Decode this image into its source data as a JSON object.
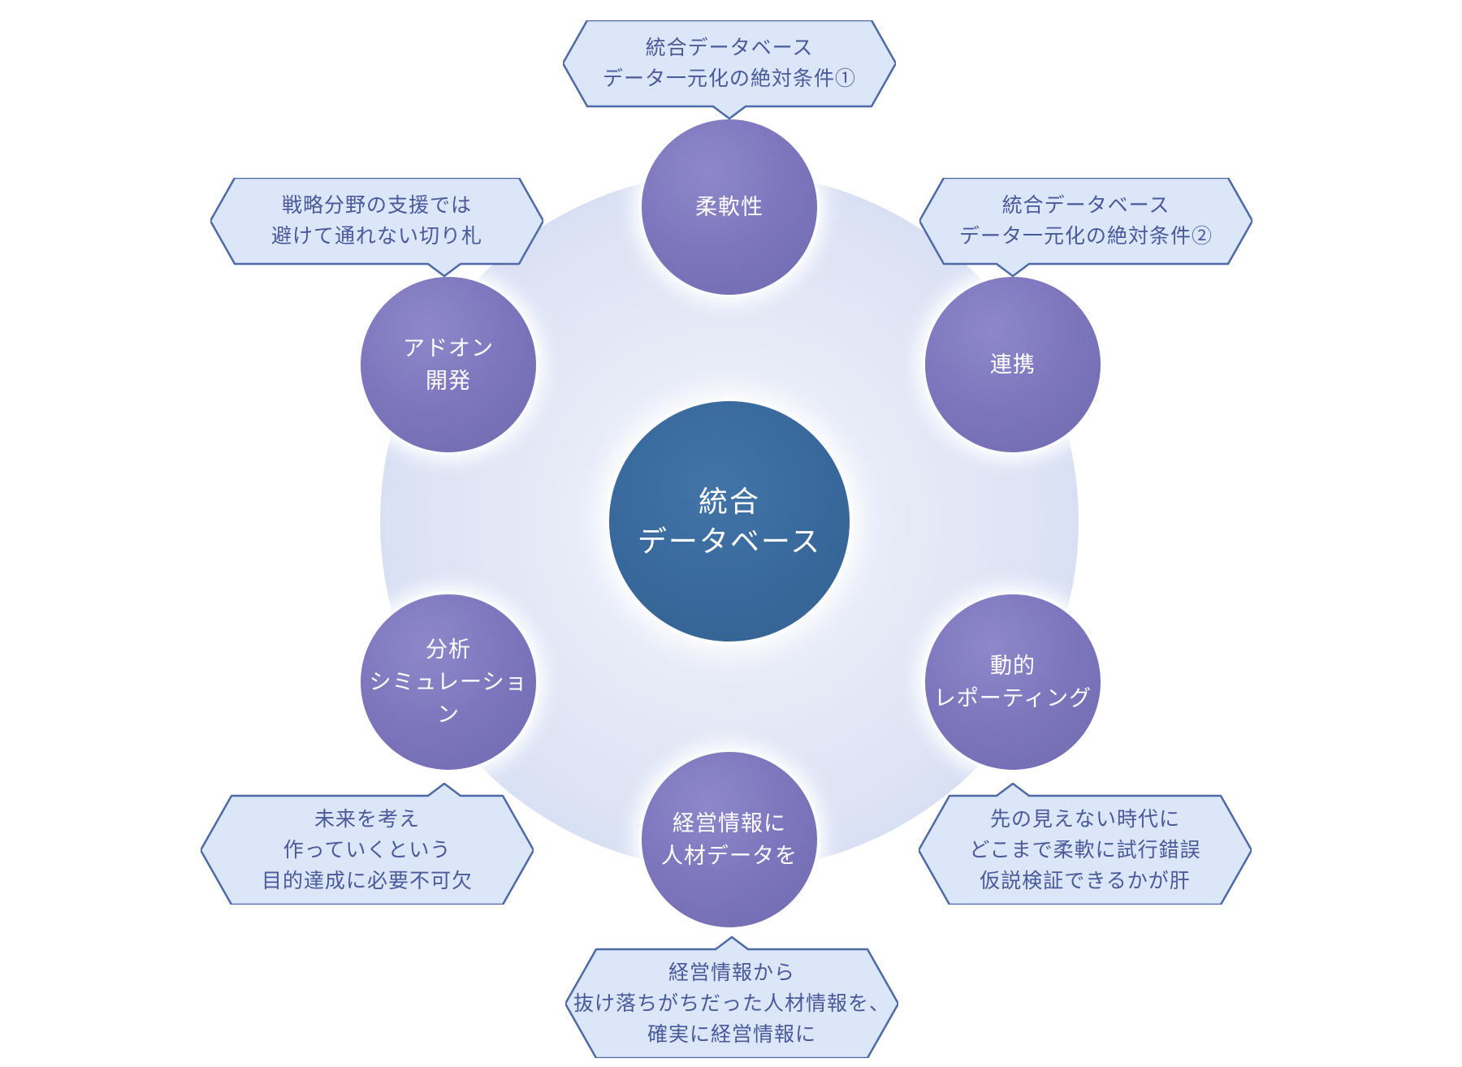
{
  "center": {
    "label": "統合\nデータベース"
  },
  "nodes": [
    {
      "id": "flexibility",
      "label": "柔軟性",
      "callout": "統合データベース\nデータ一元化の絶対条件①"
    },
    {
      "id": "integration",
      "label": "連携",
      "callout": "統合データベース\nデータ一元化の絶対条件②"
    },
    {
      "id": "dynamic-reporting",
      "label": "動的\nレポーティング",
      "callout": "先の見えない時代に\nどこまで柔軟に試行錯誤\n仮説検証できるかが肝"
    },
    {
      "id": "hr-data",
      "label": "経営情報に\n人材データを",
      "callout": "経営情報から\n抜け落ちがちだった人材情報を、\n確実に経営情報に"
    },
    {
      "id": "analysis",
      "label": "分析\nシミュレーション",
      "callout": "未来を考え\n作っていくという\n目的達成に必要不可欠"
    },
    {
      "id": "addon-development",
      "label": "アドオン\n開発",
      "callout": "戦略分野の支援では\n避けて通れない切り札"
    }
  ],
  "palette": {
    "node_circle": "#7b74bb",
    "center_circle": "#38689b",
    "callout_fill": "#dbe7f8",
    "callout_border": "#4d6aa6",
    "callout_text": "#4a599a",
    "node_text": "#ffffff",
    "background_glow": "#d9dff3"
  }
}
